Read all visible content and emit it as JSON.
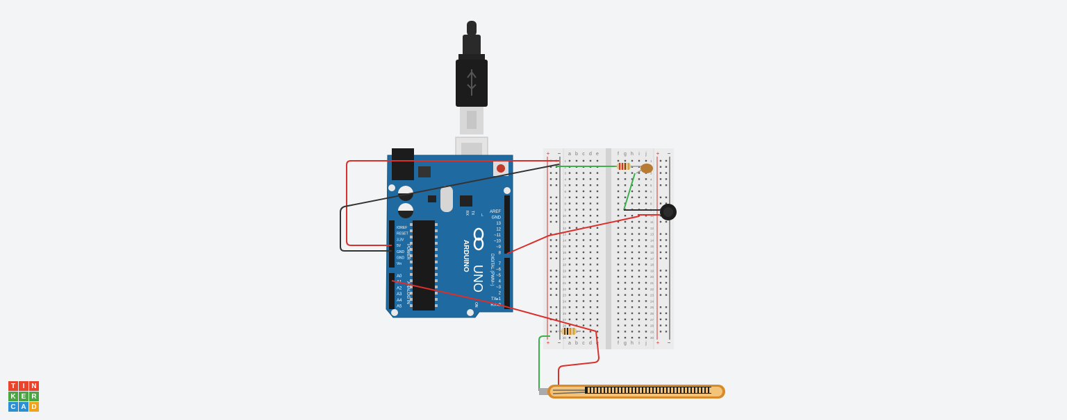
{
  "logo": {
    "letters": [
      "T",
      "I",
      "N",
      "K",
      "E",
      "R",
      "C",
      "A",
      "D"
    ],
    "colors": [
      "#e8442c",
      "#e8442c",
      "#e8442c",
      "#4aa63f",
      "#4aa63f",
      "#4aa63f",
      "#2b8fd4",
      "#2b8fd4",
      "#f0a21a"
    ]
  },
  "arduino": {
    "brand": "ARDUINO",
    "model": "UNO",
    "power_label": "POWER",
    "analog_label": "ANALOG IN",
    "digital_label": "DIGITAL (PWM~)",
    "on_label": "ON",
    "tx_label": "TX",
    "rx_label": "RX",
    "l_label": "L",
    "power_pins": [
      "IOREF",
      "RESET",
      "3.3V",
      "5V",
      "GND",
      "GND",
      "Vin"
    ],
    "analog_pins": [
      "A0",
      "A1",
      "A2",
      "A3",
      "A4",
      "A5"
    ],
    "digital_top": [
      "AREF",
      "GND",
      "13",
      "12",
      "~11",
      "~10",
      "~9",
      "8"
    ],
    "digital_bottom": [
      "7",
      "~6",
      "~5",
      "4",
      "~3",
      "2",
      "TX▸1",
      "RX◂0"
    ]
  },
  "breadboard": {
    "cols_left": [
      "a",
      "b",
      "c",
      "d",
      "e"
    ],
    "cols_right": [
      "f",
      "g",
      "h",
      "i",
      "j"
    ],
    "plus": "+",
    "minus": "−",
    "rows": 30
  },
  "colors": {
    "board": "#1f6aa0",
    "wire_red": "#d9302c",
    "wire_black": "#333333",
    "wire_green": "#3bb04b",
    "background": "#f3f4f6"
  },
  "components": [
    "usb-cable",
    "arduino-uno",
    "breadboard",
    "resistor-220",
    "led",
    "piezo-buzzer",
    "resistor-10k",
    "flex-sensor"
  ]
}
